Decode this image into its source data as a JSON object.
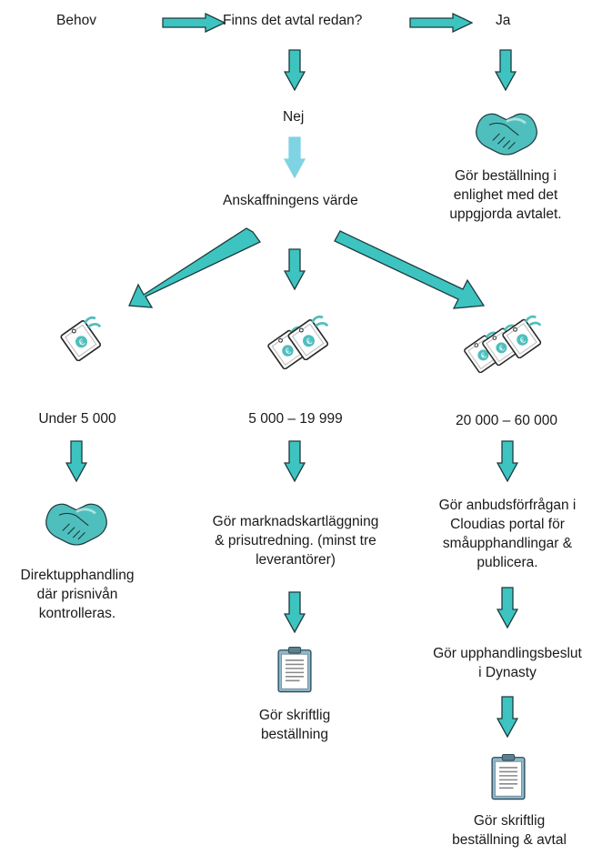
{
  "colors": {
    "arrow_fill": "#3ec4c0",
    "arrow_stroke": "#1d3b3f",
    "arrow_light": "#7fd3e3",
    "icon_fill": "#4fbfbd",
    "icon_light": "#a9e3e0",
    "text": "#1a1a1a"
  },
  "nodes": {
    "behov": "Behov",
    "question": "Finns det avtal redan?",
    "ja": "Ja",
    "nej": "Nej",
    "value": "Anskaffningens värde",
    "ja_action": [
      "Gör beställning i",
      "enlighet med det",
      "uppgjorda avtalet."
    ],
    "tier_low": "Under 5 000",
    "tier_mid": "5 000 – 19 999",
    "tier_high": "20 000 – 60 000",
    "low_action": [
      "Direktupphandling",
      "där prisnivån",
      "kontrolleras."
    ],
    "mid_action": [
      "Gör marknadskartläggning",
      "& prisutredning. (minst tre",
      "leverantörer)"
    ],
    "mid_final": [
      "Gör skriftlig",
      "beställning"
    ],
    "high_action": [
      "Gör anbudsförfrågan i",
      "Cloudias portal för",
      "småupphandlingar &",
      "publicera."
    ],
    "high_decision": [
      "Gör upphandlingsbeslut",
      "i Dynasty"
    ],
    "high_final": [
      "Gör skriftlig",
      "beställning & avtal"
    ]
  },
  "icons": {
    "handshake": "handshake-icon",
    "price_tag": "price-tag-icon",
    "clipboard": "clipboard-icon"
  }
}
